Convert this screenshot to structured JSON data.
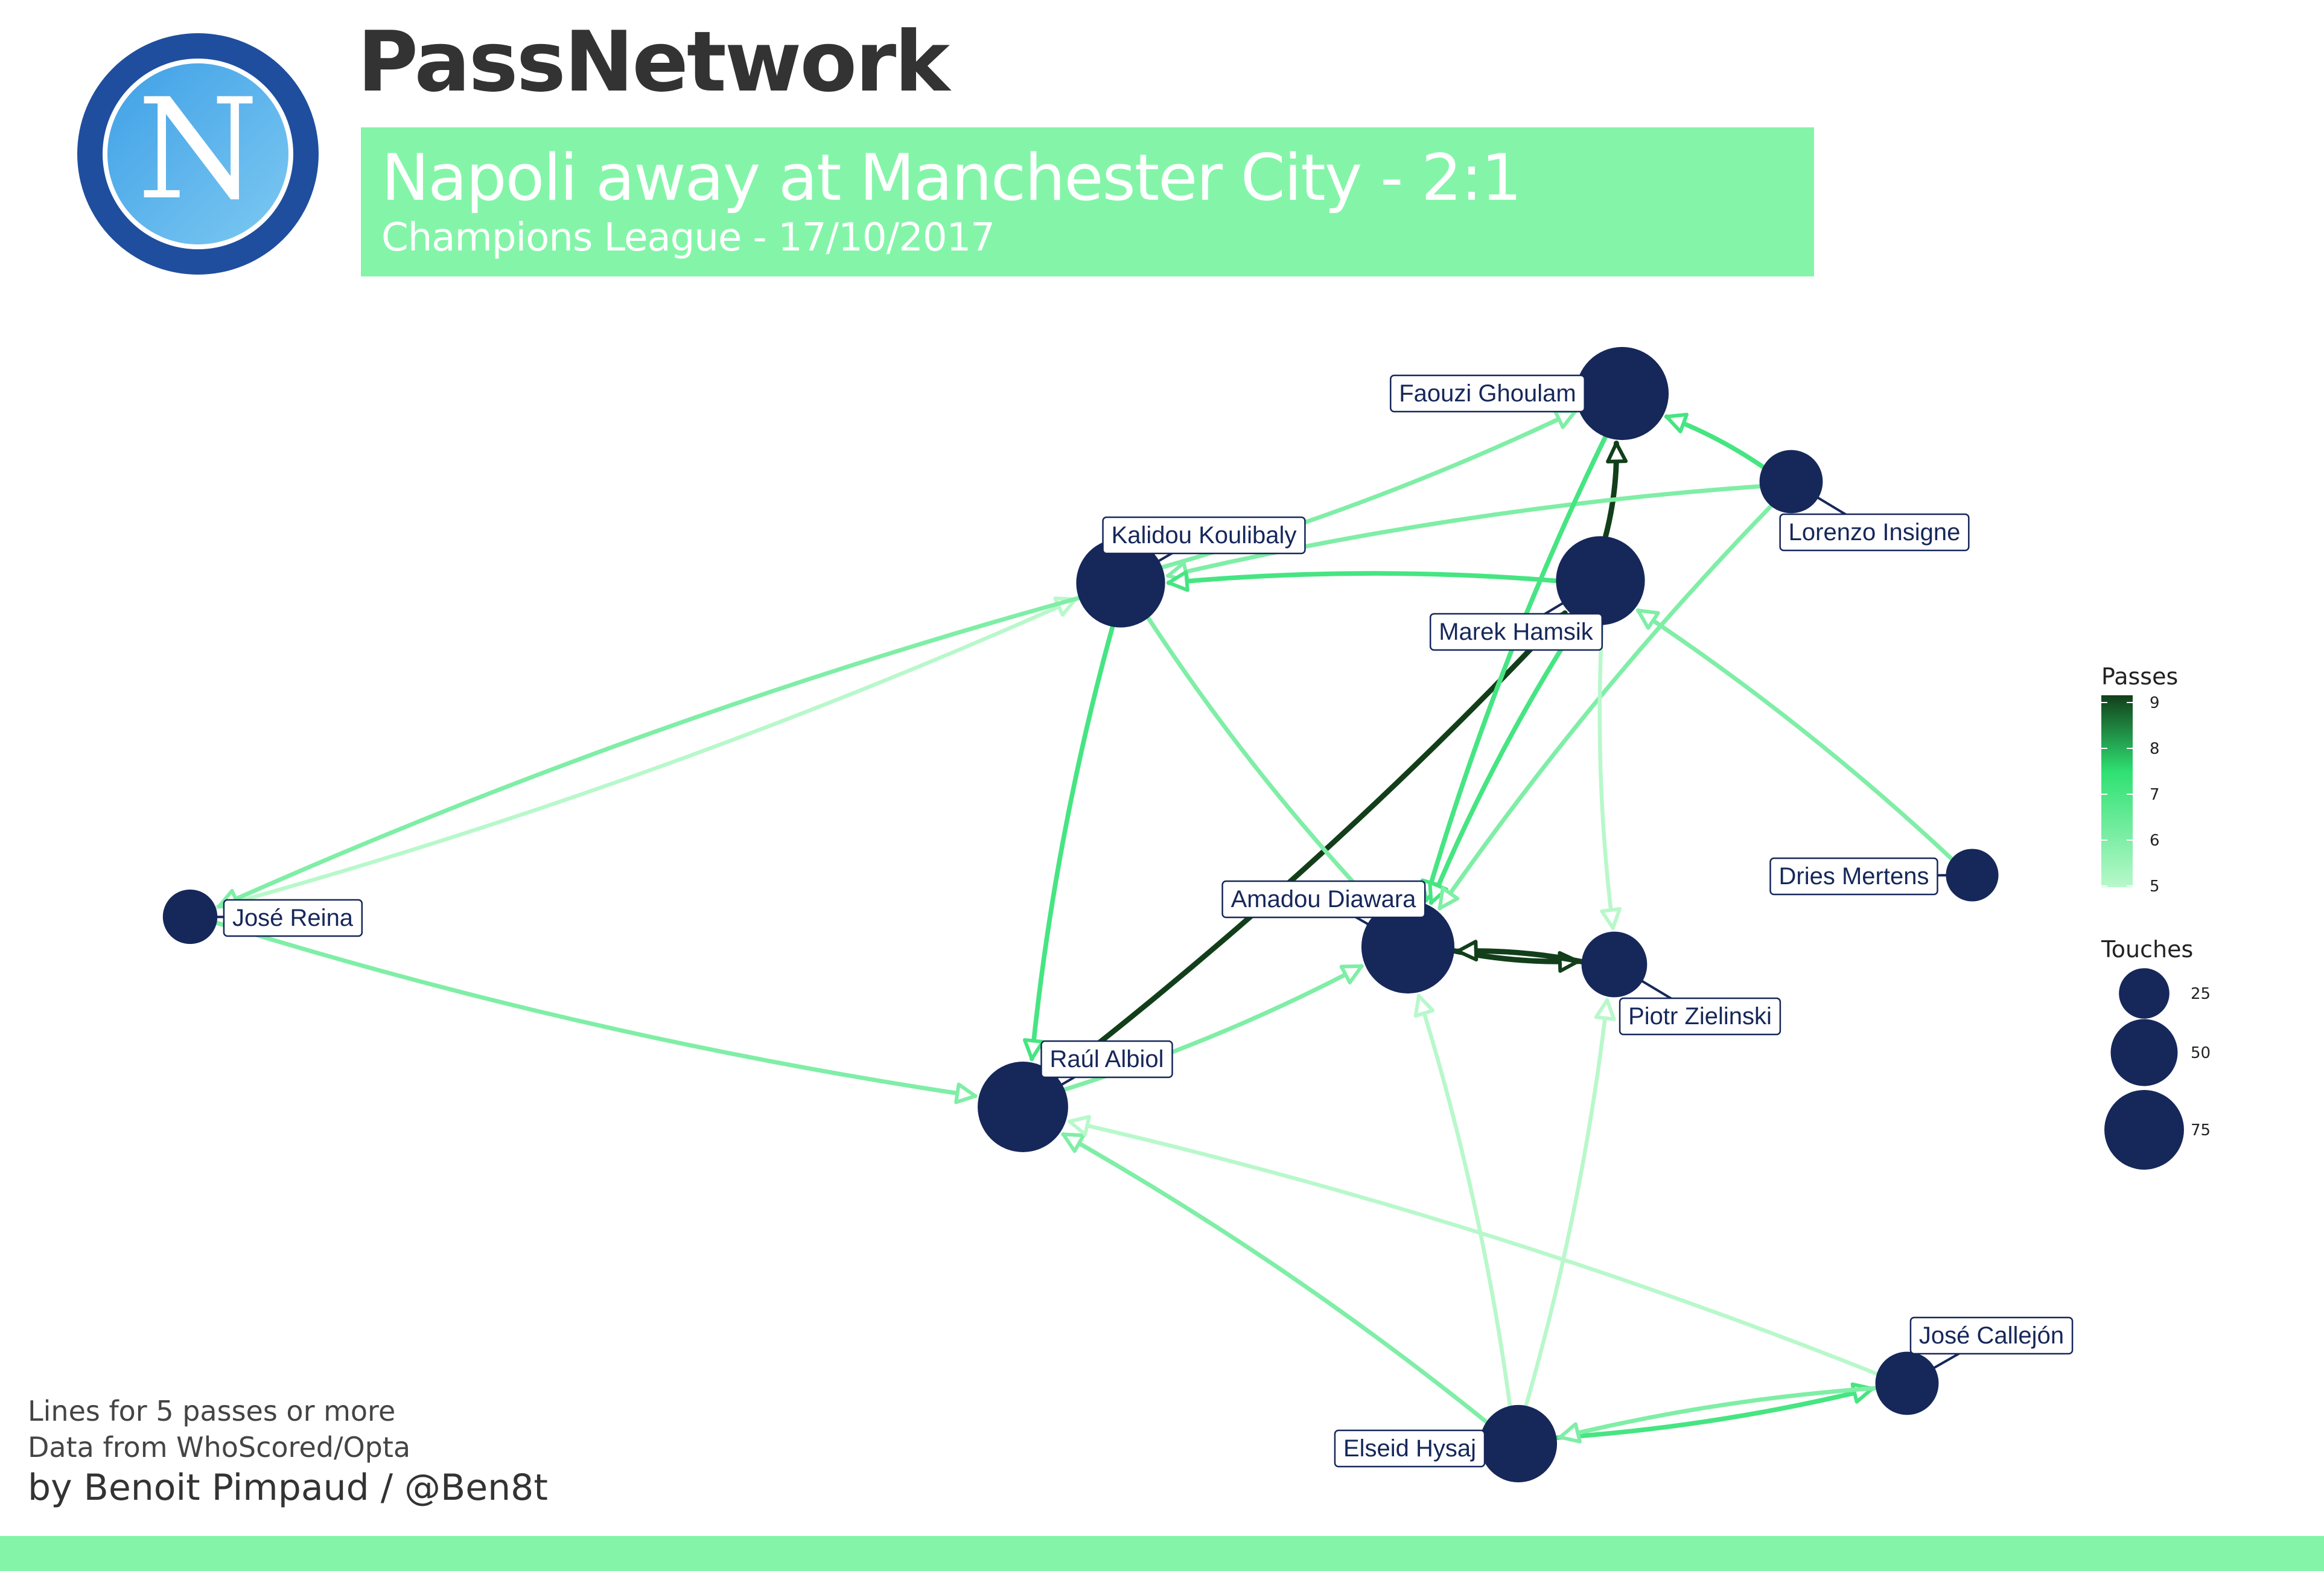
{
  "title": "PassNetwork",
  "subtitle": {
    "match": "Napoli away at Manchester City - 2:1",
    "competition": "Champions League - 17/10/2017"
  },
  "logo": {
    "letter": "N"
  },
  "colors": {
    "accent": "#84F5A8",
    "node": "#16275A",
    "pass_min": "#B8F8CB",
    "pass_mid": "#2FE173",
    "pass_max": "#123F1A"
  },
  "footnote": {
    "lines": [
      "Lines for 5 passes or more",
      "Data from WhoScored/Opta"
    ],
    "credit": "by Benoit Pimpaud / @Ben8t"
  },
  "chart_data": {
    "type": "network",
    "nodes": [
      {
        "id": "ghoulam",
        "name": "Faouzi Ghoulam",
        "touches": 80
      },
      {
        "id": "insigne",
        "name": "Lorenzo Insigne",
        "touches": 32
      },
      {
        "id": "koulibaly",
        "name": "Kalidou Koulibaly",
        "touches": 72
      },
      {
        "id": "hamsik",
        "name": "Marek Hamsik",
        "touches": 72
      },
      {
        "id": "mertens",
        "name": "Dries Mertens",
        "touches": 20
      },
      {
        "id": "reina",
        "name": "José Reina",
        "touches": 22
      },
      {
        "id": "diawara",
        "name": "Amadou Diawara",
        "touches": 80
      },
      {
        "id": "zielinski",
        "name": "Piotr Zielinski",
        "touches": 35
      },
      {
        "id": "albiol",
        "name": "Raúl Albiol",
        "touches": 75
      },
      {
        "id": "callejon",
        "name": "José Callejón",
        "touches": 32
      },
      {
        "id": "hysaj",
        "name": "Elseid Hysaj",
        "touches": 52
      }
    ],
    "edges": [
      {
        "from": "hamsik",
        "to": "ghoulam",
        "passes": 9
      },
      {
        "from": "insigne",
        "to": "ghoulam",
        "passes": 7
      },
      {
        "from": "koulibaly",
        "to": "ghoulam",
        "passes": 6
      },
      {
        "from": "insigne",
        "to": "koulibaly",
        "passes": 6
      },
      {
        "from": "hamsik",
        "to": "koulibaly",
        "passes": 7
      },
      {
        "from": "reina",
        "to": "koulibaly",
        "passes": 5
      },
      {
        "from": "koulibaly",
        "to": "reina",
        "passes": 6
      },
      {
        "from": "reina",
        "to": "albiol",
        "passes": 6
      },
      {
        "from": "koulibaly",
        "to": "albiol",
        "passes": 7
      },
      {
        "from": "albiol",
        "to": "hamsik",
        "passes": 9
      },
      {
        "from": "albiol",
        "to": "diawara",
        "passes": 6
      },
      {
        "from": "koulibaly",
        "to": "diawara",
        "passes": 6
      },
      {
        "from": "ghoulam",
        "to": "diawara",
        "passes": 7
      },
      {
        "from": "hamsik",
        "to": "diawara",
        "passes": 7
      },
      {
        "from": "insigne",
        "to": "diawara",
        "passes": 6
      },
      {
        "from": "mertens",
        "to": "hamsik",
        "passes": 6
      },
      {
        "from": "diawara",
        "to": "zielinski",
        "passes": 9
      },
      {
        "from": "zielinski",
        "to": "diawara",
        "passes": 9
      },
      {
        "from": "hamsik",
        "to": "zielinski",
        "passes": 5
      },
      {
        "from": "hysaj",
        "to": "zielinski",
        "passes": 5
      },
      {
        "from": "hysaj",
        "to": "diawara",
        "passes": 5
      },
      {
        "from": "hysaj",
        "to": "albiol",
        "passes": 6
      },
      {
        "from": "callejon",
        "to": "albiol",
        "passes": 5
      },
      {
        "from": "hysaj",
        "to": "callejon",
        "passes": 7
      },
      {
        "from": "callejon",
        "to": "hysaj",
        "passes": 6
      }
    ],
    "legend": {
      "passes": {
        "title": "Passes",
        "ticks": [
          "5",
          "6",
          "7",
          "8",
          "9"
        ],
        "range": [
          5,
          9
        ]
      },
      "touches": {
        "title": "Touches",
        "ticks": [
          "25",
          "50",
          "75"
        ],
        "values": [
          25,
          50,
          75
        ]
      }
    }
  }
}
